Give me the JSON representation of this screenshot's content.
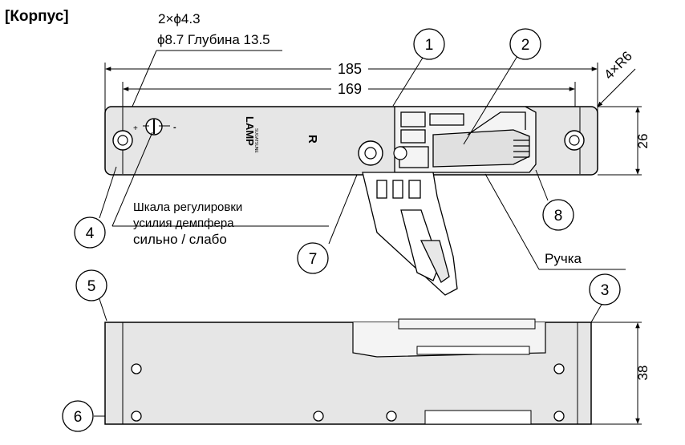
{
  "header": {
    "title": "[Корпус]"
  },
  "annotations": {
    "hole_spec_1": "2×ϕ4.3",
    "hole_spec_2": "ϕ8.7 Глубина 13.5",
    "scale_note_1": "Шкала регулировки",
    "scale_note_2": "усилия демпфера",
    "scale_note_3": "сильно / слабо",
    "handle_label": "Ручка",
    "brand_mark": "LAMP",
    "brand_sub": "SUGATSUNE",
    "side_mark": "R",
    "scale_plus": "+",
    "scale_minus": "-"
  },
  "dimensions": {
    "overall_length": "185",
    "hole_spacing": "169",
    "height_top": "26",
    "height_front": "38",
    "corner_radius": "4×R6"
  },
  "callouts": [
    "1",
    "2",
    "3",
    "4",
    "5",
    "6",
    "7",
    "8"
  ],
  "colors": {
    "body_fill": "#e6e6e6",
    "stroke": "#000000"
  }
}
